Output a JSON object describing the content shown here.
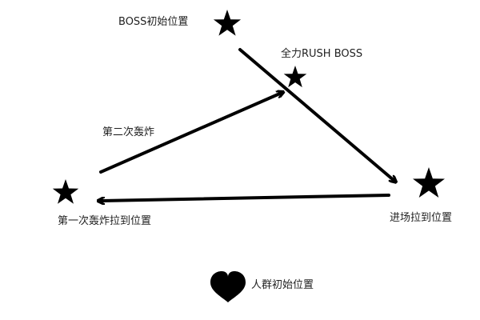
{
  "labels": {
    "boss_start": "BOSS初始位置",
    "full_rush": "全力RUSH BOSS",
    "second_bomb": "第二次轰炸",
    "first_bomb_pull": "第一次轰炸拉到位置",
    "enter_pull": "进场拉到位置",
    "crowd_start": "人群初始位置"
  },
  "icons": {
    "boss_start": "star-icon",
    "full_rush": "star-icon",
    "first_bomb_pull": "star-icon",
    "enter_pull": "star-icon",
    "crowd_start": "heart-icon"
  },
  "colors": {
    "marker": "#000000",
    "arrow": "#000000",
    "text": "#222222",
    "background": "#ffffff"
  }
}
